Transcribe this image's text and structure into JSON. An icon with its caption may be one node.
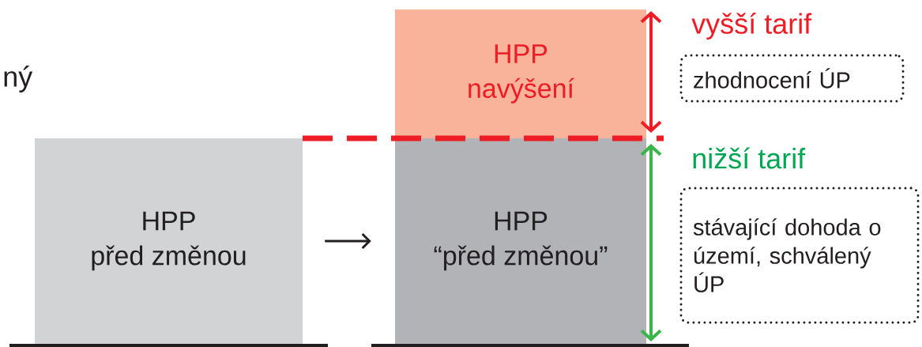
{
  "diagram": {
    "nodes": [
      {
        "text": [
          "HPP",
          "před změnou"
        ]
      },
      {
        "text": [
          "HPP",
          "“před změnou”"
        ]
      },
      {
        "text": [
          "HPP",
          "navýšení"
        ]
      },
      {
        "text": [
          "zhodnocení ÚP"
        ]
      },
      {
        "text": [
          "stávající dohoda o území, schválený ÚP"
        ]
      }
    ],
    "edges": [
      {
        "from": 0,
        "to": 1,
        "arrow": "to"
      }
    ],
    "labels": [
      "ný",
      "vyšší tarif",
      "nižší tarif"
    ]
  }
}
